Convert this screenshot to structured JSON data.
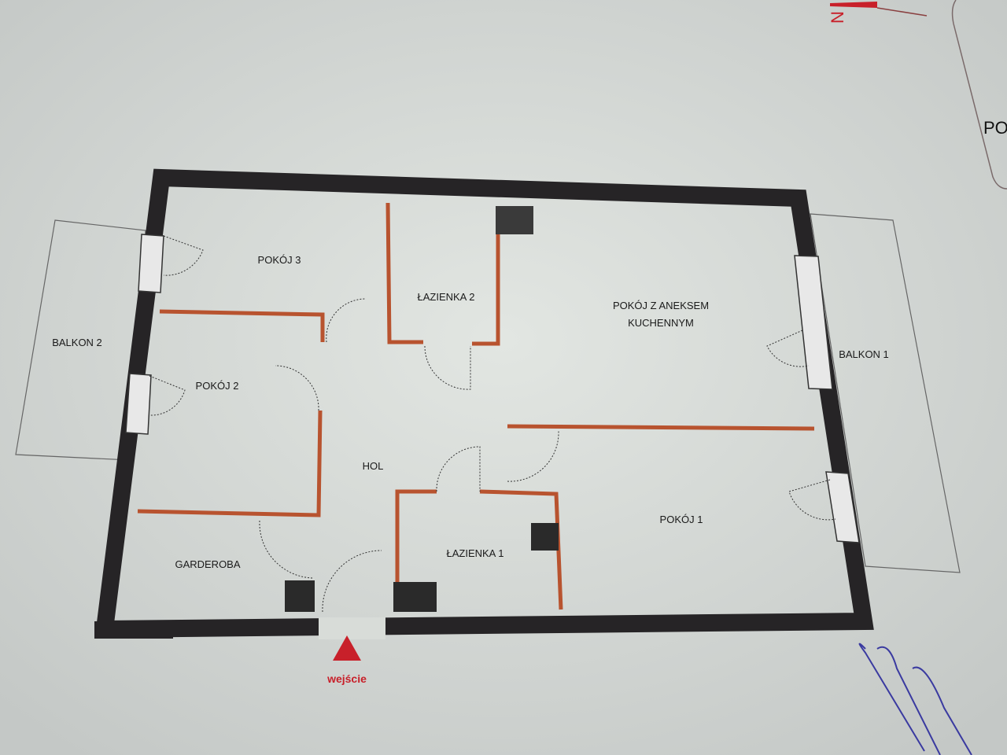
{
  "rooms": {
    "pokoj3": "POKÓJ 3",
    "lazienka2": "ŁAZIENKA 2",
    "kuchnia_line1": "POKÓJ Z ANEKSEM",
    "kuchnia_line2": "KUCHENNYM",
    "balkon1": "BALKON 1",
    "balkon2": "BALKON 2",
    "pokoj2": "POKÓJ 2",
    "hol": "HOL",
    "lazienka1": "ŁAZIENKA 1",
    "pokoj1": "POKÓJ 1",
    "garderoba": "GARDEROBA"
  },
  "entrance_label": "wejście",
  "compass_label": "N",
  "side_panel_text": "PO",
  "colors": {
    "paper": "#d6dad6",
    "wall": "#262426",
    "inner_wall": "#b8532f",
    "accent": "#c8202a"
  }
}
